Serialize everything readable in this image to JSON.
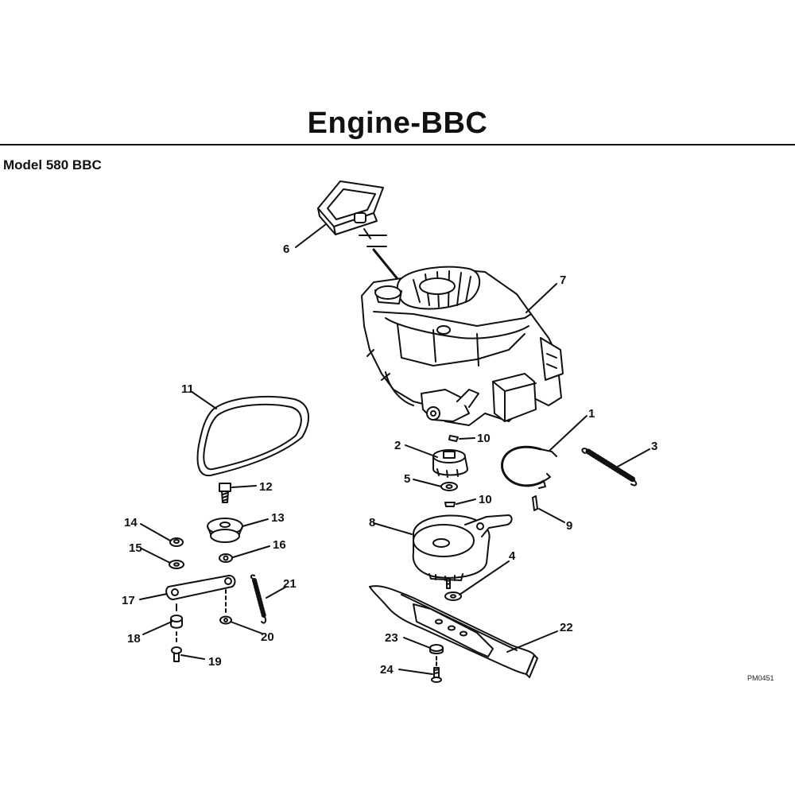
{
  "page": {
    "title": "Engine-BBC",
    "model_label": "Model 580 BBC",
    "drawing_code": "PM0451"
  },
  "callouts": [
    {
      "id": "1",
      "part": "ring-bracket"
    },
    {
      "id": "2",
      "part": "pulley-hub"
    },
    {
      "id": "3",
      "part": "extension-spring"
    },
    {
      "id": "4",
      "part": "washer-bolt"
    },
    {
      "id": "5",
      "part": "washer"
    },
    {
      "id": "6",
      "part": "rope-handle"
    },
    {
      "id": "7",
      "part": "engine"
    },
    {
      "id": "8",
      "part": "blade-brake-clutch"
    },
    {
      "id": "9",
      "part": "pin"
    },
    {
      "id": "10",
      "part": "key"
    },
    {
      "id": "10",
      "part": "key"
    },
    {
      "id": "11",
      "part": "v-belt"
    },
    {
      "id": "12",
      "part": "bolt"
    },
    {
      "id": "13",
      "part": "idler-pulley"
    },
    {
      "id": "14",
      "part": "nut"
    },
    {
      "id": "15",
      "part": "washer"
    },
    {
      "id": "16",
      "part": "nut"
    },
    {
      "id": "17",
      "part": "idler-arm"
    },
    {
      "id": "18",
      "part": "spacer"
    },
    {
      "id": "19",
      "part": "bolt"
    },
    {
      "id": "20",
      "part": "nut"
    },
    {
      "id": "21",
      "part": "spring"
    },
    {
      "id": "22",
      "part": "blade"
    },
    {
      "id": "23",
      "part": "washer"
    },
    {
      "id": "24",
      "part": "bolt"
    }
  ]
}
